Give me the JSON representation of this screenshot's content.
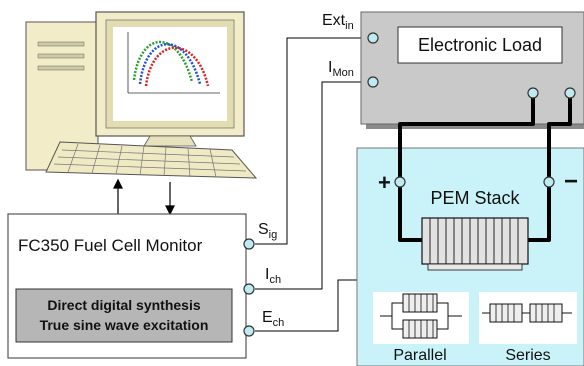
{
  "monitor_box": {
    "title": "FC350 Fuel Cell Monitor",
    "inner_line1": "Direct digital synthesis",
    "inner_line2": "True sine wave excitation",
    "ports": {
      "sig": {
        "main": "S",
        "sub": "ig"
      },
      "ich": {
        "main": "I",
        "sub": "ch"
      },
      "ech": {
        "main": "E",
        "sub": "ch"
      }
    }
  },
  "load_box": {
    "title": "Electronic Load",
    "ports": {
      "ext": {
        "main": "Ext",
        "sub": "in"
      },
      "imon": {
        "main": "I",
        "sub": "Mon"
      }
    }
  },
  "stack_panel": {
    "stack_label": "PEM Stack",
    "plus_sign": "+",
    "minus_sign": "−",
    "parallel_label": "Parallel",
    "series_label": "Series"
  },
  "colors": {
    "load_fill": "#c9c9c9",
    "stack_panel_fill": "#c9f3f9",
    "inner_box_fill": "#b6b6b6",
    "port_fill": "#bfeaf2",
    "wire": "#000000",
    "computer_beige": "#f2edc8",
    "screen_fill": "#ffffff"
  }
}
